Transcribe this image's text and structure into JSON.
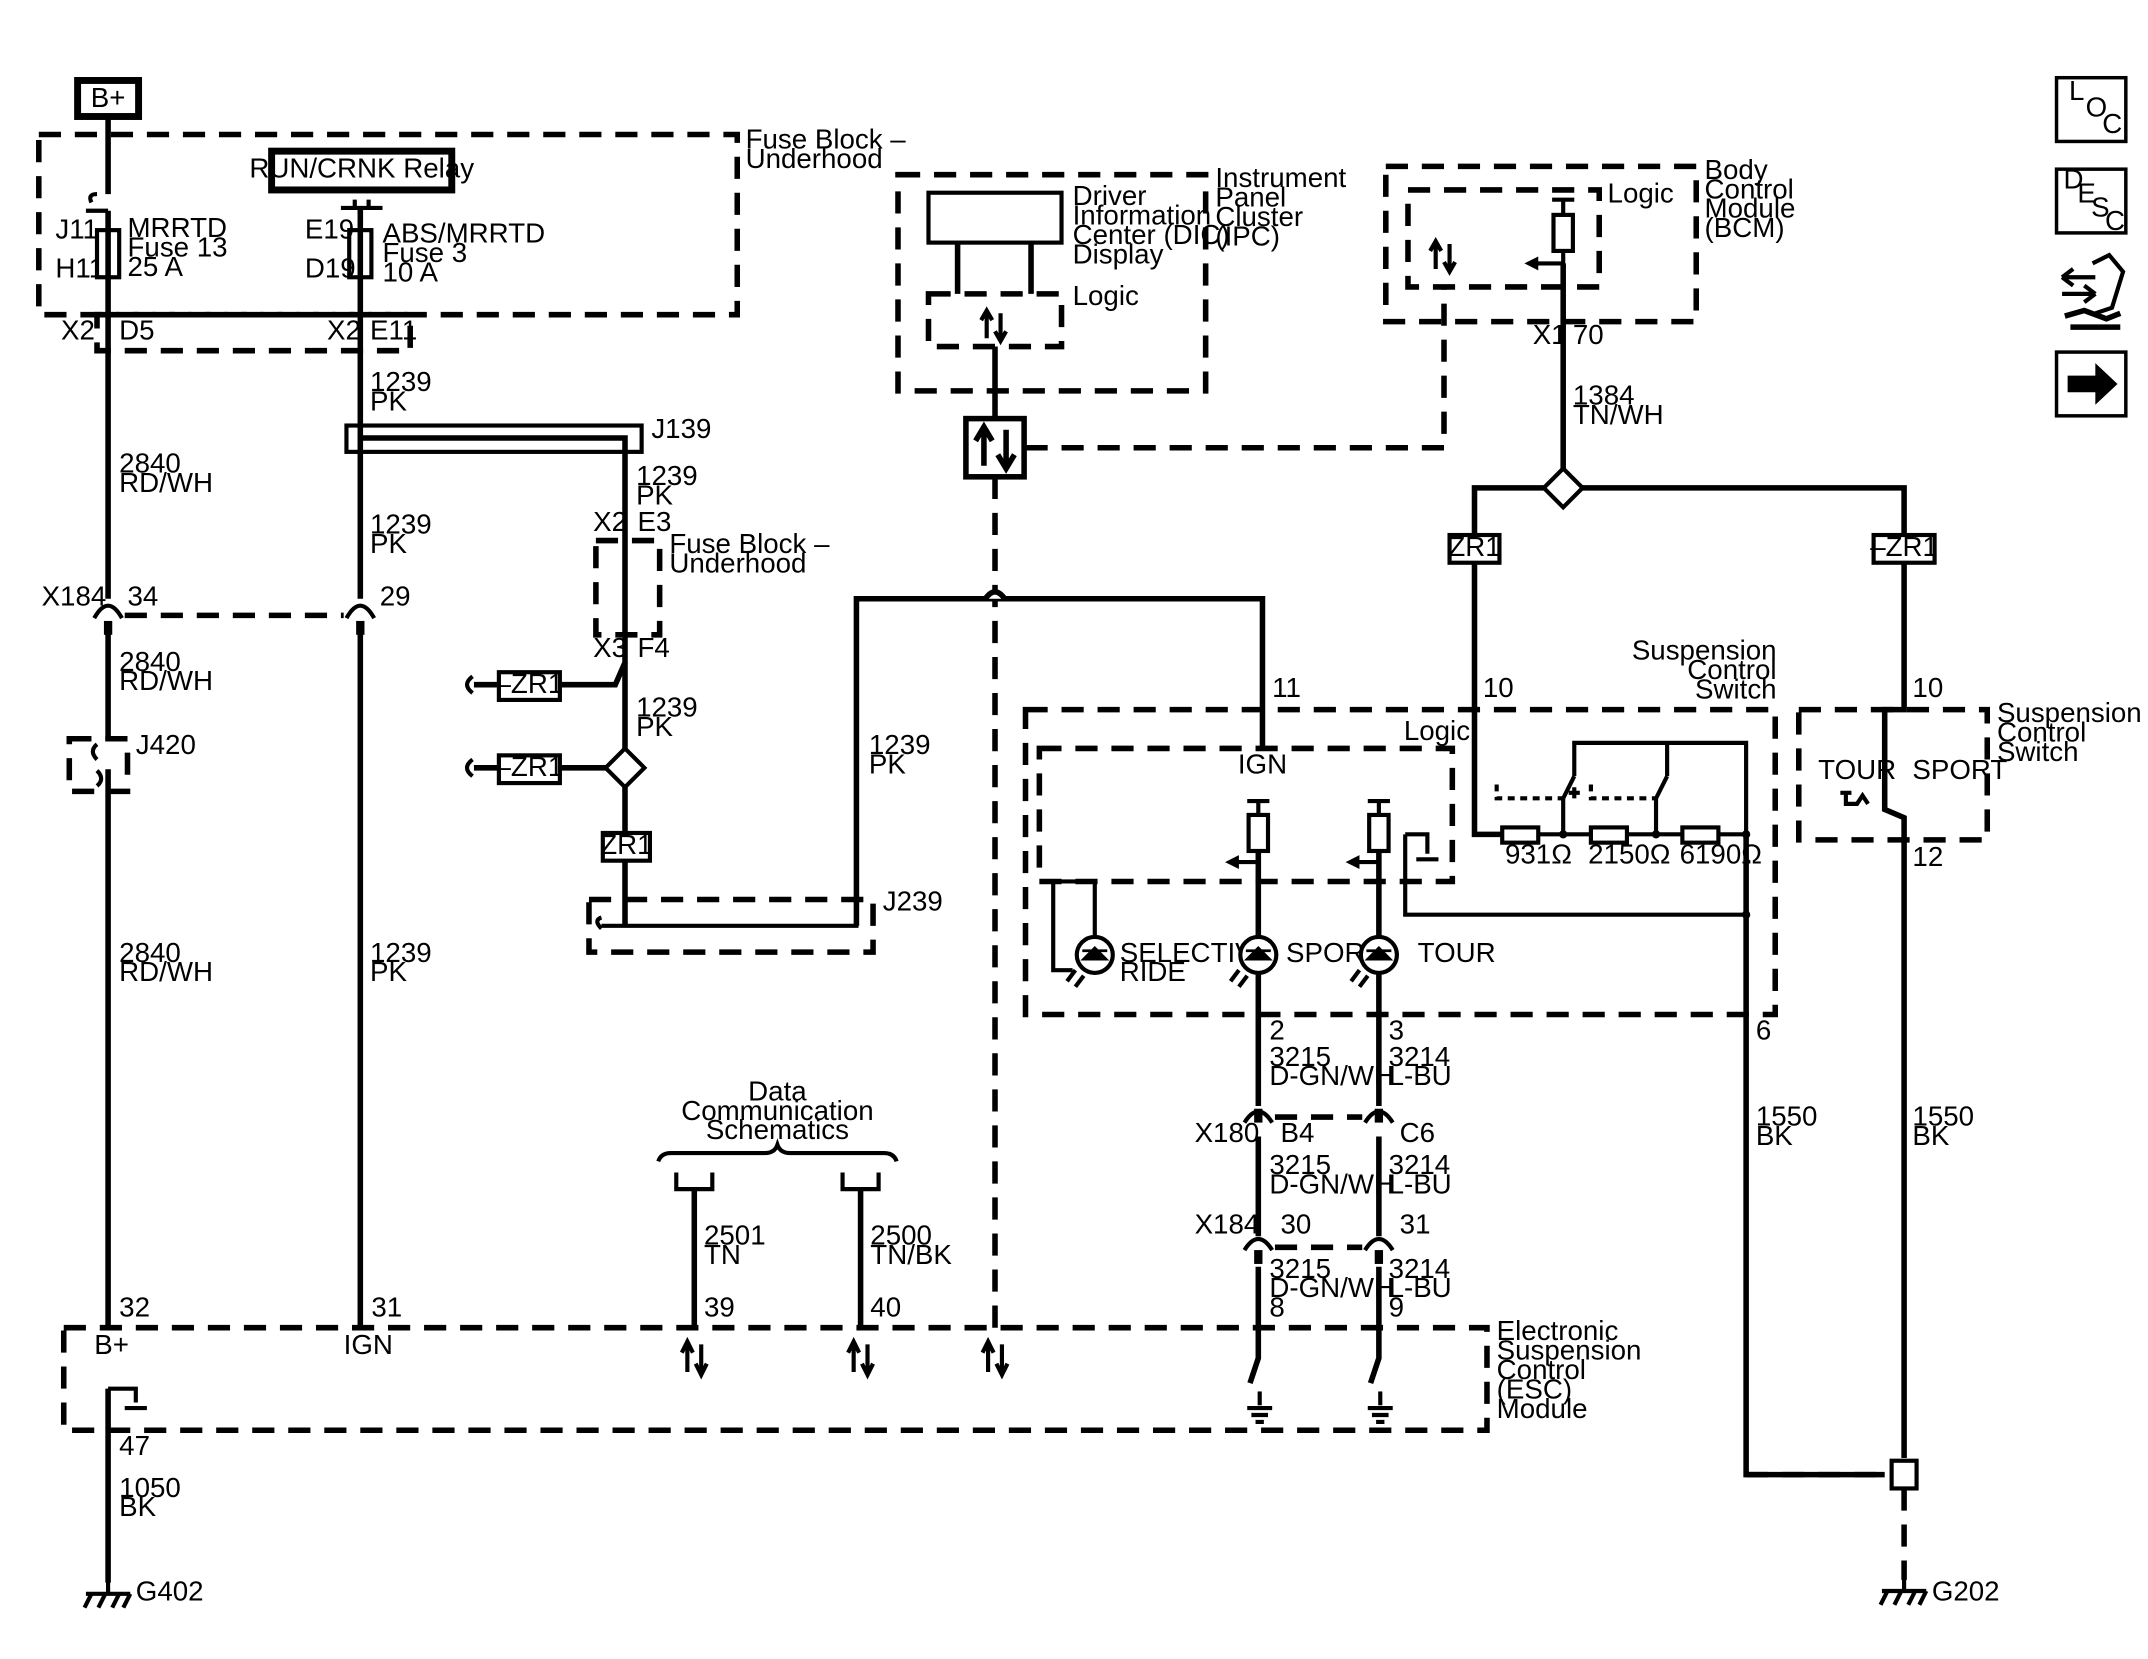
{
  "power": {
    "bplus": "B+"
  },
  "fuse_block": {
    "title": [
      "Fuse Block –",
      "Underhood"
    ],
    "relay": "RUN/CRNK Relay",
    "fuse13": {
      "j": "J11",
      "h": "H11",
      "lines": [
        "MRRTD",
        "Fuse 13",
        "25 A"
      ]
    },
    "fuse3": {
      "e": "E19",
      "d": "D19",
      "lines": [
        "ABS/MRRTD",
        "Fuse 3",
        "10 A"
      ]
    },
    "conn1": {
      "x": "X2",
      "pin": "D5"
    },
    "conn2": {
      "x": "X2",
      "pin": "E11"
    }
  },
  "fuse_block2": {
    "title": [
      "Fuse Block –",
      "Underhood"
    ],
    "x2": "X2",
    "e3": "E3",
    "x3": "X3",
    "f4": "F4"
  },
  "wires": {
    "w1239": [
      "1239",
      "PK"
    ],
    "w2840": [
      "2840",
      "RD/WH"
    ],
    "w1384": [
      "1384",
      "TN/WH"
    ],
    "w3215": [
      "3215",
      "D-GN/WH"
    ],
    "w3214": [
      "3214",
      "L-BU"
    ],
    "w1550": [
      "1550",
      "BK"
    ],
    "w1050": [
      "1050",
      "BK"
    ],
    "w2501": [
      "2501",
      "TN"
    ],
    "w2500": [
      "2500",
      "TN/BK"
    ]
  },
  "splices": {
    "j139": "J139",
    "j239": "J239",
    "j420": "J420"
  },
  "connectors": {
    "x184": "X184",
    "x184_p34": "34",
    "x184_p29": "29",
    "x180": "X180",
    "x180_b4": "B4",
    "x180_c6": "C6",
    "x184b": "X184",
    "x184_p30": "30",
    "x184_p31": "31"
  },
  "zr1": {
    "pos": "ZR1",
    "neg": "–ZR1"
  },
  "ipc": {
    "title": [
      "Instrument",
      "Panel",
      "Cluster",
      "(IPC)"
    ],
    "dic": [
      "Driver",
      "Information",
      "Center (DIC)",
      "Display"
    ],
    "logic": "Logic"
  },
  "bcm": {
    "title": [
      "Body",
      "Control",
      "Module",
      "(BCM)"
    ],
    "logic": "Logic",
    "x1": "X1",
    "pin70": "70"
  },
  "switch_unit": {
    "title": [
      "Suspension",
      "Control",
      "Switch"
    ],
    "logic": "Logic",
    "ign": "IGN",
    "pin11": "11",
    "pin10": "10",
    "pin6": "6",
    "pin2": "2",
    "pin3": "3",
    "r1": "931Ω",
    "r2": "2150Ω",
    "r3": "6190Ω",
    "led1": [
      "SELECTIVE",
      "RIDE"
    ],
    "led2": "SPORT",
    "led3": "TOUR"
  },
  "switch2": {
    "title": [
      "Suspension",
      "Control",
      "Switch"
    ],
    "tour": "TOUR",
    "sport": "SPORT",
    "pin10": "10",
    "pin12": "12"
  },
  "data_comm": {
    "title": [
      "Data",
      "Communication",
      "Schematics"
    ]
  },
  "esc": {
    "title": [
      "Electronic",
      "Suspension",
      "Control",
      "(ESC)",
      "Module"
    ],
    "bplus": "B+",
    "ign": "IGN",
    "p32": "32",
    "p31": "31",
    "p39": "39",
    "p40": "40",
    "p47": "47",
    "p8": "8",
    "p9": "9"
  },
  "grounds": {
    "g402": "G402",
    "g202": "G202"
  },
  "nav": {
    "loc": [
      "L",
      "O",
      "C"
    ],
    "desc": [
      "D",
      "E",
      "S",
      "C"
    ]
  }
}
